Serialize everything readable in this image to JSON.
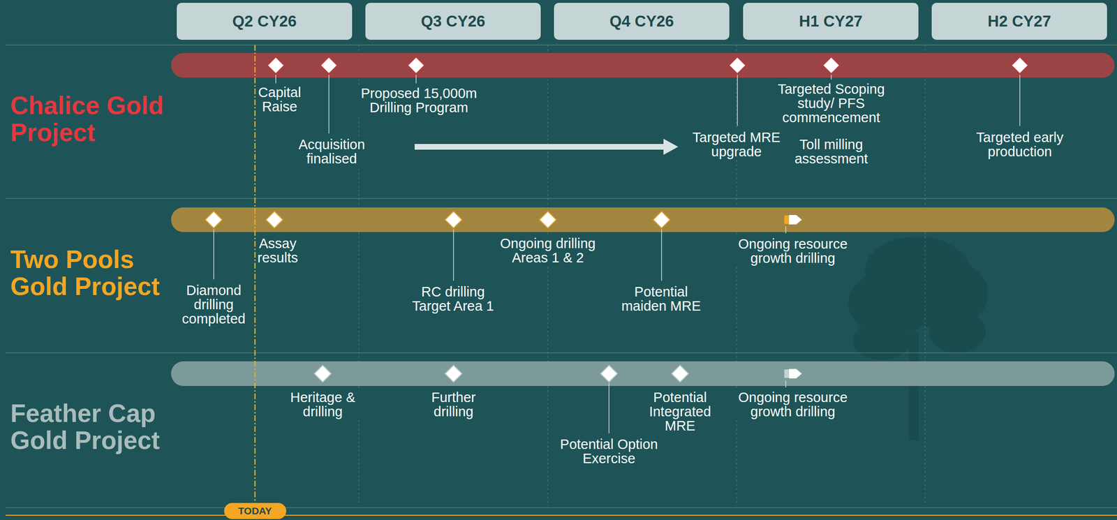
{
  "diagram": {
    "nodes": [
      {
        "text": [
          "Q2 CY26"
        ]
      },
      {
        "text": [
          "Q3 CY26"
        ]
      },
      {
        "text": [
          "Q4 CY26"
        ]
      },
      {
        "text": [
          "H1 CY27"
        ]
      },
      {
        "text": [
          "H2 CY27"
        ]
      },
      {
        "text": [
          "TODAY"
        ]
      }
    ],
    "labels": [
      "Chalice Gold Project",
      "Capital Raise",
      "Proposed 15,000m Drilling Program",
      "Acquisition finalised",
      "Targeted MRE upgrade",
      "Targeted Scoping study/ PFS commencement",
      "Toll milling assessment",
      "Targeted early production",
      "Two Pools Gold Project",
      "Assay results",
      "Ongoing drilling Areas 1 & 2",
      "Ongoing resource growth drilling",
      "Diamond drilling completed",
      "RC drilling Target Area 1",
      "Potential maiden MRE",
      "Feather Cap Gold Project",
      "Heritage & drilling",
      "Further drilling",
      "Potential Integrated MRE",
      "Ongoing resource growth drilling",
      "Potential Option Exercise"
    ]
  }
}
